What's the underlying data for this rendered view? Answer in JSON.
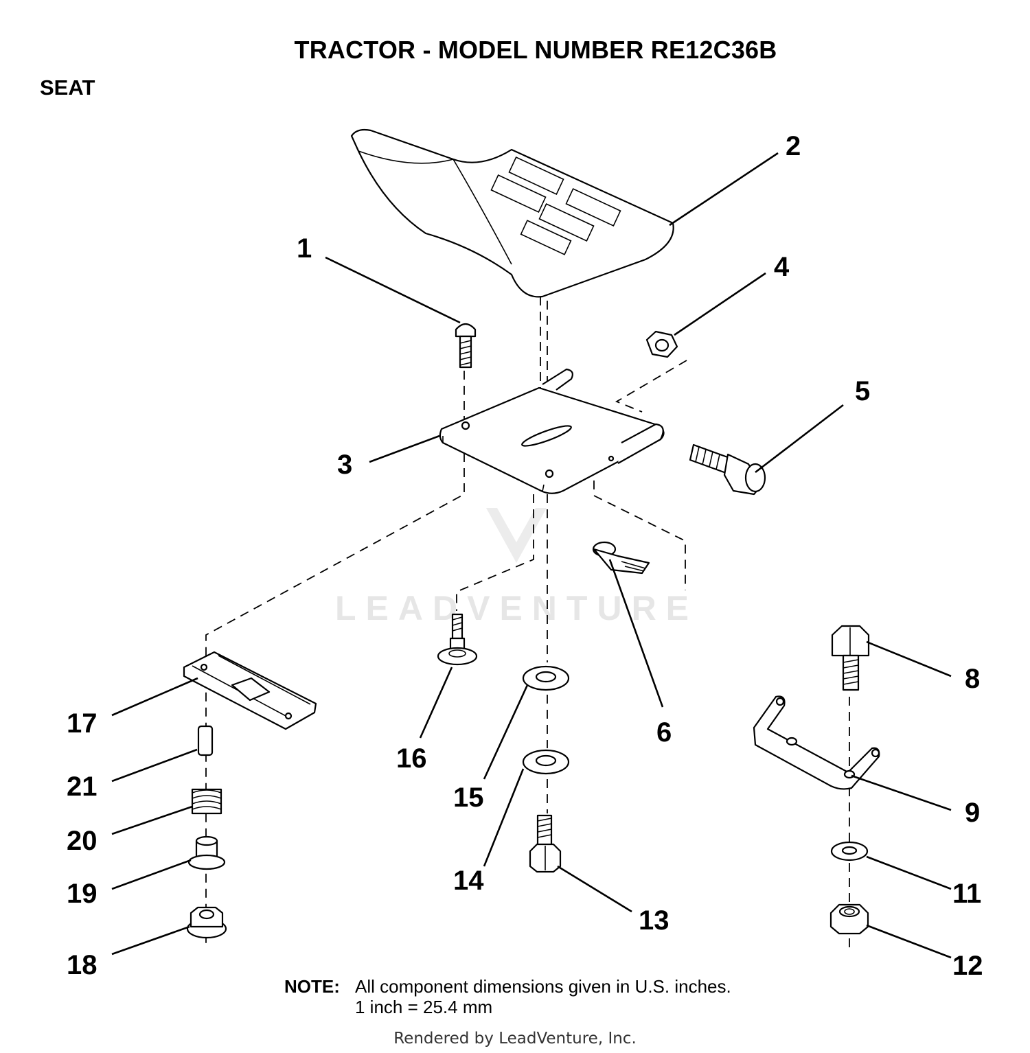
{
  "header": {
    "title": "TRACTOR  - MODEL NUMBER RE12C36B",
    "section": "SEAT"
  },
  "callouts": [
    "1",
    "2",
    "3",
    "4",
    "5",
    "6",
    "8",
    "9",
    "11",
    "12",
    "13",
    "14",
    "15",
    "16",
    "17",
    "18",
    "19",
    "20",
    "21"
  ],
  "watermark": "LEADVENTURE",
  "note": {
    "label": "NOTE:",
    "line1": "All component dimensions given in U.S. inches.",
    "line2": "1 inch = 25.4 mm"
  },
  "footer": "Rendered by LeadVenture, Inc.",
  "colors": {
    "ink": "#000000",
    "background": "#ffffff",
    "watermark": "#e6e6e6"
  }
}
